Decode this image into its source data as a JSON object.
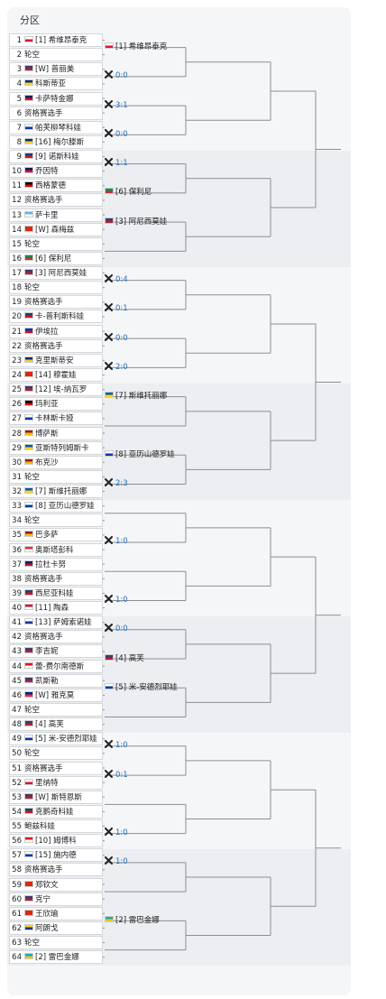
{
  "title": "分区",
  "colors": {
    "score": "#2a6ebb"
  },
  "entries": [
    {
      "num": "1",
      "flag": "pl",
      "text": "[1] 希维昂泰克"
    },
    {
      "num": "2",
      "flag": "",
      "text": "轮空"
    },
    {
      "num": "3",
      "flag": "us",
      "text": "[W] 普丽美"
    },
    {
      "num": "4",
      "flag": "ro",
      "text": "科斯蒂亚"
    },
    {
      "num": "5",
      "flag": "au",
      "text": "卡萨特金娜"
    },
    {
      "num": "6",
      "flag": "",
      "text": "资格赛选手"
    },
    {
      "num": "7",
      "flag": "ru",
      "text": "帕芙柳琴科娃"
    },
    {
      "num": "8",
      "flag": "ro",
      "text": "[16] 梅尔滕斯"
    },
    {
      "num": "9",
      "flag": "cz",
      "text": "[9] 诺斯科娃"
    },
    {
      "num": "10",
      "flag": "au",
      "text": "乔因特"
    },
    {
      "num": "11",
      "flag": "de",
      "text": "西格蒙德"
    },
    {
      "num": "12",
      "flag": "",
      "text": "资格赛选手"
    },
    {
      "num": "13",
      "flag": "ar",
      "text": "萨卡里"
    },
    {
      "num": "14",
      "flag": "cn",
      "text": "[W] 森梅兹"
    },
    {
      "num": "15",
      "flag": "",
      "text": "轮空"
    },
    {
      "num": "16",
      "flag": "it",
      "text": "[6] 保利尼"
    },
    {
      "num": "17",
      "flag": "us",
      "text": "[3] 阿尼西莫娃"
    },
    {
      "num": "18",
      "flag": "",
      "text": "轮空"
    },
    {
      "num": "19",
      "flag": "",
      "text": "资格赛选手"
    },
    {
      "num": "20",
      "flag": "cz",
      "text": "卡-普利斯科娃"
    },
    {
      "num": "21",
      "flag": "ph",
      "text": "伊埃拉"
    },
    {
      "num": "22",
      "flag": "",
      "text": "资格赛选手"
    },
    {
      "num": "23",
      "flag": "ro",
      "text": "克里斯蒂安"
    },
    {
      "num": "24",
      "flag": "cn",
      "text": "[14] 穆霍娃"
    },
    {
      "num": "25",
      "flag": "us",
      "text": "[12] 埃-纳瓦罗"
    },
    {
      "num": "26",
      "flag": "de",
      "text": "玛利亚"
    },
    {
      "num": "27",
      "flag": "ru",
      "text": "卡林斯卡娅"
    },
    {
      "num": "28",
      "flag": "es",
      "text": "博萨斯"
    },
    {
      "num": "29",
      "flag": "ua",
      "text": "亚斯特列姆斯卡"
    },
    {
      "num": "30",
      "flag": "es",
      "text": "布克沙"
    },
    {
      "num": "31",
      "flag": "",
      "text": "轮空"
    },
    {
      "num": "32",
      "flag": "ua",
      "text": "[7] 斯维托丽娜"
    },
    {
      "num": "33",
      "flag": "ru",
      "text": "[8] 亚历山德罗娃"
    },
    {
      "num": "34",
      "flag": "",
      "text": "轮空"
    },
    {
      "num": "35",
      "flag": "es",
      "text": "巴多萨"
    },
    {
      "num": "36",
      "flag": "at",
      "text": "奥斯塔彭科"
    },
    {
      "num": "37",
      "flag": "gb",
      "text": "拉杜卡努"
    },
    {
      "num": "38",
      "flag": "",
      "text": "资格赛选手"
    },
    {
      "num": "39",
      "flag": "cz",
      "text": "西尼亚科娃"
    },
    {
      "num": "40",
      "flag": "dk",
      "text": "[11] 陶森"
    },
    {
      "num": "41",
      "flag": "ru",
      "text": "[13] 萨姆索诺娃"
    },
    {
      "num": "42",
      "flag": "",
      "text": "资格赛选手"
    },
    {
      "num": "43",
      "flag": "us",
      "text": "李吉妮"
    },
    {
      "num": "44",
      "flag": "ca",
      "text": "蕾-费尔南德斯"
    },
    {
      "num": "45",
      "flag": "us",
      "text": "凯斯勒"
    },
    {
      "num": "46",
      "flag": "fr",
      "text": "[W] 雅克莫"
    },
    {
      "num": "47",
      "flag": "",
      "text": "轮空"
    },
    {
      "num": "48",
      "flag": "us",
      "text": "[4] 高芙"
    },
    {
      "num": "49",
      "flag": "ru",
      "text": "[5] 米-安德烈耶娃"
    },
    {
      "num": "50",
      "flag": "",
      "text": "轮空"
    },
    {
      "num": "51",
      "flag": "",
      "text": "资格赛选手"
    },
    {
      "num": "52",
      "flag": "pl",
      "text": "里纳特"
    },
    {
      "num": "53",
      "flag": "us",
      "text": "[W] 斯特恩斯"
    },
    {
      "num": "54",
      "flag": "cz",
      "text": "克鹅奇科娃"
    },
    {
      "num": "55",
      "flag": "",
      "text": "鲍兹科娃"
    },
    {
      "num": "56",
      "flag": "ca",
      "text": "[10] 姆博科"
    },
    {
      "num": "57",
      "flag": "ru",
      "text": "[15] 施内德"
    },
    {
      "num": "58",
      "flag": "",
      "text": "资格赛选手"
    },
    {
      "num": "59",
      "flag": "cn",
      "text": "郑钦文"
    },
    {
      "num": "60",
      "flag": "us",
      "text": "克宁"
    },
    {
      "num": "61",
      "flag": "cn",
      "text": "王欣瑜"
    },
    {
      "num": "62",
      "flag": "co",
      "text": "阿朗戈"
    },
    {
      "num": "63",
      "flag": "",
      "text": "轮空"
    },
    {
      "num": "64",
      "flag": "kz",
      "text": "[2] 雷巴金娜"
    }
  ],
  "round2": [
    {
      "flag": "pl",
      "text": "[1] 希维昂泰克",
      "score": ""
    },
    {
      "flag": "",
      "text": "",
      "score": "0:0"
    },
    {
      "flag": "",
      "text": "",
      "score": "3:1"
    },
    {
      "flag": "",
      "text": "",
      "score": "0:0"
    },
    {
      "flag": "",
      "text": "",
      "score": "1:1"
    },
    {
      "flag": "it",
      "text": "[6] 保利尼",
      "score": ""
    },
    {
      "flag": "us",
      "text": "[3] 阿尼西莫娃",
      "score": ""
    },
    {
      "flag": "",
      "text": "",
      "score": ""
    },
    {
      "flag": "",
      "text": "",
      "score": "0:4"
    },
    {
      "flag": "",
      "text": "",
      "score": "0:1"
    },
    {
      "flag": "",
      "text": "",
      "score": "0:0"
    },
    {
      "flag": "",
      "text": "",
      "score": "2:0"
    },
    {
      "flag": "ua",
      "text": "[7] 斯维托丽娜",
      "score": ""
    },
    {
      "flag": "ru",
      "text": "[8] 亚历山德罗娃",
      "score": ""
    },
    {
      "flag": "",
      "text": "",
      "score": "2:3"
    },
    {
      "flag": "",
      "text": "",
      "score": ""
    },
    {
      "flag": "",
      "text": "",
      "score": "1:0"
    },
    {
      "flag": "",
      "text": "",
      "score": ""
    },
    {
      "flag": "",
      "text": "",
      "score": "1:0"
    },
    {
      "flag": "",
      "text": "",
      "score": "0:0"
    },
    {
      "flag": "us",
      "text": "[4] 高芙",
      "score": ""
    },
    {
      "flag": "ru",
      "text": "[5] 米-安德烈耶娃",
      "score": ""
    },
    {
      "flag": "",
      "text": "",
      "score": ""
    },
    {
      "flag": "",
      "text": "",
      "score": "1:0"
    },
    {
      "flag": "",
      "text": "",
      "score": "0:1"
    },
    {
      "flag": "",
      "text": "",
      "score": ""
    },
    {
      "flag": "",
      "text": "",
      "score": "1:0"
    },
    {
      "flag": "",
      "text": "",
      "score": "1:0"
    },
    {
      "flag": "",
      "text": "",
      "score": ""
    },
    {
      "flag": "kz",
      "text": "[2] 雷巴金娜",
      "score": ""
    }
  ],
  "flags": {
    "pl": [
      "#ffffff",
      "#dc143c"
    ],
    "us": [
      "#3c3b6e",
      "#b22234"
    ],
    "ro": [
      "#002b7f",
      "#fcd116"
    ],
    "au": [
      "#012169",
      "#e4002b"
    ],
    "ru": [
      "#ffffff",
      "#0039a6"
    ],
    "cz": [
      "#11457e",
      "#d7141a"
    ],
    "de": [
      "#000000",
      "#dd0000"
    ],
    "ar": [
      "#74acdf",
      "#ffffff"
    ],
    "cn": [
      "#de2910",
      "#de2910"
    ],
    "it": [
      "#009246",
      "#ce2b37"
    ],
    "ph": [
      "#0038a8",
      "#ce1126"
    ],
    "es": [
      "#aa151b",
      "#f1bf00"
    ],
    "ua": [
      "#0057b7",
      "#ffd700"
    ],
    "at": [
      "#ed2939",
      "#ffffff"
    ],
    "gb": [
      "#012169",
      "#c8102e"
    ],
    "dk": [
      "#c8102e",
      "#ffffff"
    ],
    "ca": [
      "#ff0000",
      "#ffffff"
    ],
    "fr": [
      "#002395",
      "#ed2939"
    ],
    "co": [
      "#fcd116",
      "#003893"
    ],
    "kz": [
      "#00afca",
      "#fec50c"
    ]
  }
}
